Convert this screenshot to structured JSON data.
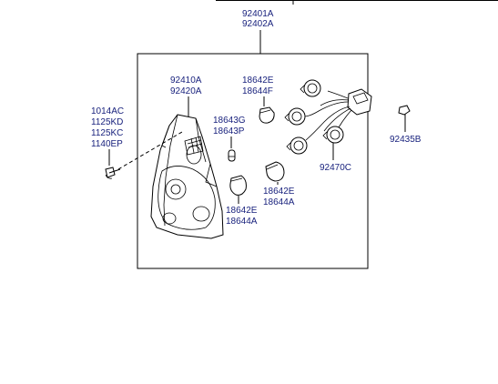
{
  "callouts": {
    "assembly": [
      "92401A",
      "92402A"
    ],
    "lens": [
      "92410A",
      "92420A"
    ],
    "screws": [
      "1014AC",
      "1125KD",
      "1125KC",
      "1140EP"
    ],
    "bulb_top": [
      "18642E",
      "18644F"
    ],
    "bulb_wedge": [
      "18643G",
      "18643P"
    ],
    "bulb_left": [
      "18642E",
      "18644A"
    ],
    "bulb_right": [
      "18642E",
      "18644A"
    ],
    "socket_harness": "92470C",
    "clip": "92435B"
  }
}
